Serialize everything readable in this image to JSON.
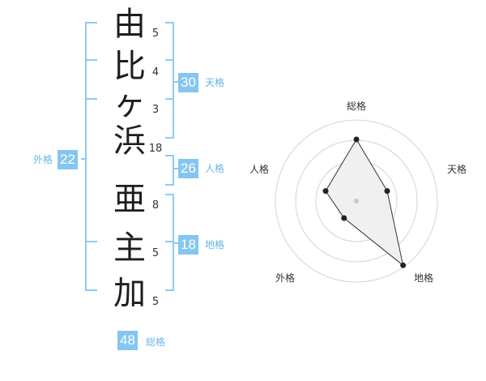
{
  "name": {
    "chars": [
      {
        "char": "由",
        "strokes": "5"
      },
      {
        "char": "比",
        "strokes": "4"
      },
      {
        "char": "ヶ",
        "strokes": "3"
      },
      {
        "char": "浜",
        "strokes": "18"
      },
      {
        "char": "亜",
        "strokes": "8"
      },
      {
        "char": "主",
        "strokes": "5"
      },
      {
        "char": "加",
        "strokes": "5"
      }
    ]
  },
  "kakusu": {
    "tenkaku": {
      "value": "30",
      "label": "天格"
    },
    "jinkaku": {
      "value": "26",
      "label": "人格"
    },
    "chikaku": {
      "value": "18",
      "label": "地格"
    },
    "gaikaku": {
      "value": "22",
      "label": "外格"
    },
    "soukaku": {
      "value": "48",
      "label": "総格"
    }
  },
  "colors": {
    "accent": "#84c6f1",
    "accent_text": "#69b6e8",
    "bracket": "#8ccbf2",
    "radar_grid": "#d4d4d4",
    "radar_fill": "#f0f0f0",
    "radar_line": "#333333"
  },
  "radar": {
    "axes": [
      "総格",
      "天格",
      "地格",
      "外格",
      "人格"
    ],
    "values": [
      0.76,
      0.4,
      0.98,
      0.26,
      0.4
    ]
  }
}
